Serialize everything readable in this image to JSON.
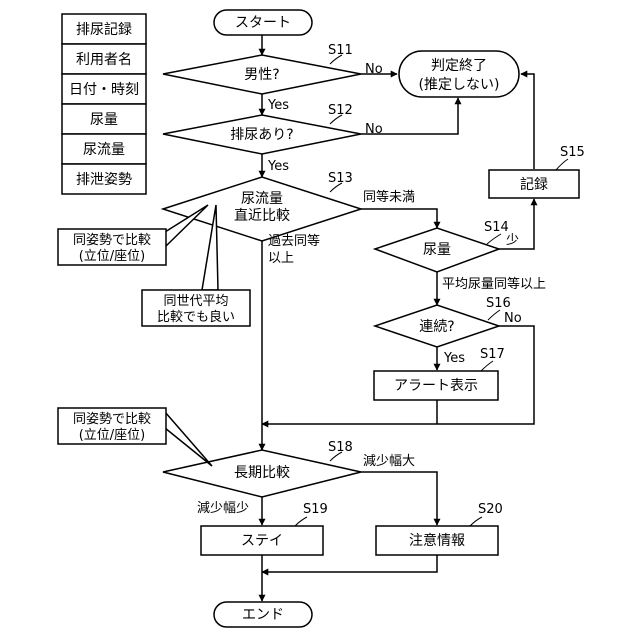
{
  "items": [
    "排尿記録",
    "利用者名",
    "日付・時刻",
    "尿量",
    "尿流量",
    "排泄姿勢"
  ],
  "start": "スタート",
  "end": "エンド",
  "s11": {
    "id": "S11",
    "text": "男性?"
  },
  "s12": {
    "id": "S12",
    "text": "排尿あり?"
  },
  "s13": {
    "id": "S13",
    "line1": "尿流量",
    "line2": "直近比較"
  },
  "s14": {
    "id": "S14",
    "text": "尿量"
  },
  "s15": {
    "id": "S15",
    "text": "記録"
  },
  "s16": {
    "id": "S16",
    "text": "連続?"
  },
  "s17": {
    "id": "S17",
    "text": "アラート表示"
  },
  "s18": {
    "id": "S18",
    "text": "長期比較"
  },
  "s19": {
    "id": "S19",
    "text": "ステイ"
  },
  "s20": {
    "id": "S20",
    "text": "注意情報"
  },
  "terminal": {
    "line1": "判定終了",
    "line2": "(推定しない)"
  },
  "labels": {
    "no": "No",
    "yes": "Yes",
    "s13_right": "同等未満",
    "s13_down_1": "過去同等",
    "s13_down_2": "以上",
    "s14_small": "少",
    "s14_down": "平均尿量同等以上",
    "s18_right": "減少幅大",
    "s18_left": "減少幅少"
  },
  "notes": {
    "a1": "同姿勢で比較",
    "a2": "(立位/座位)",
    "b1": "同世代平均",
    "b2": "比較でも良い",
    "c1": "同姿勢で比較",
    "c2": "(立位/座位)"
  }
}
